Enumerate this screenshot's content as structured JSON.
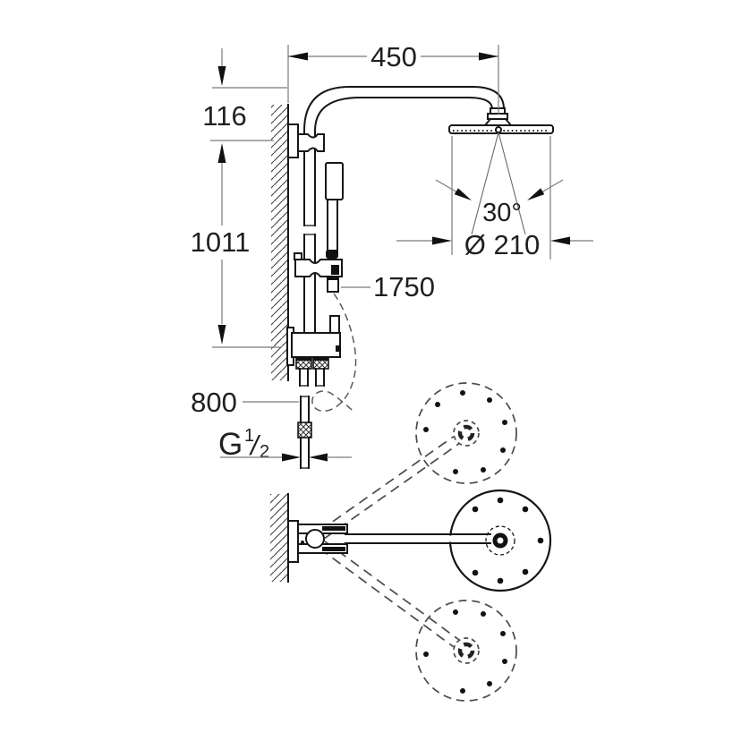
{
  "drawing": {
    "background": "#ffffff",
    "colors": {
      "outline": "#161616",
      "dimension_line": "#7a7a7a",
      "text": "#1f1f1f",
      "ghost_line": "#4a4a4a"
    },
    "labels": {
      "arm_reach": "450",
      "arm_drop": "116",
      "column_height": "1011",
      "hose_length": "1750",
      "supply_length": "800",
      "swivel_angle": "30°",
      "head_diameter": "Ø 210",
      "thread": {
        "letter": "G",
        "numerator": "1",
        "slash": "/",
        "denominator": "2"
      }
    }
  }
}
